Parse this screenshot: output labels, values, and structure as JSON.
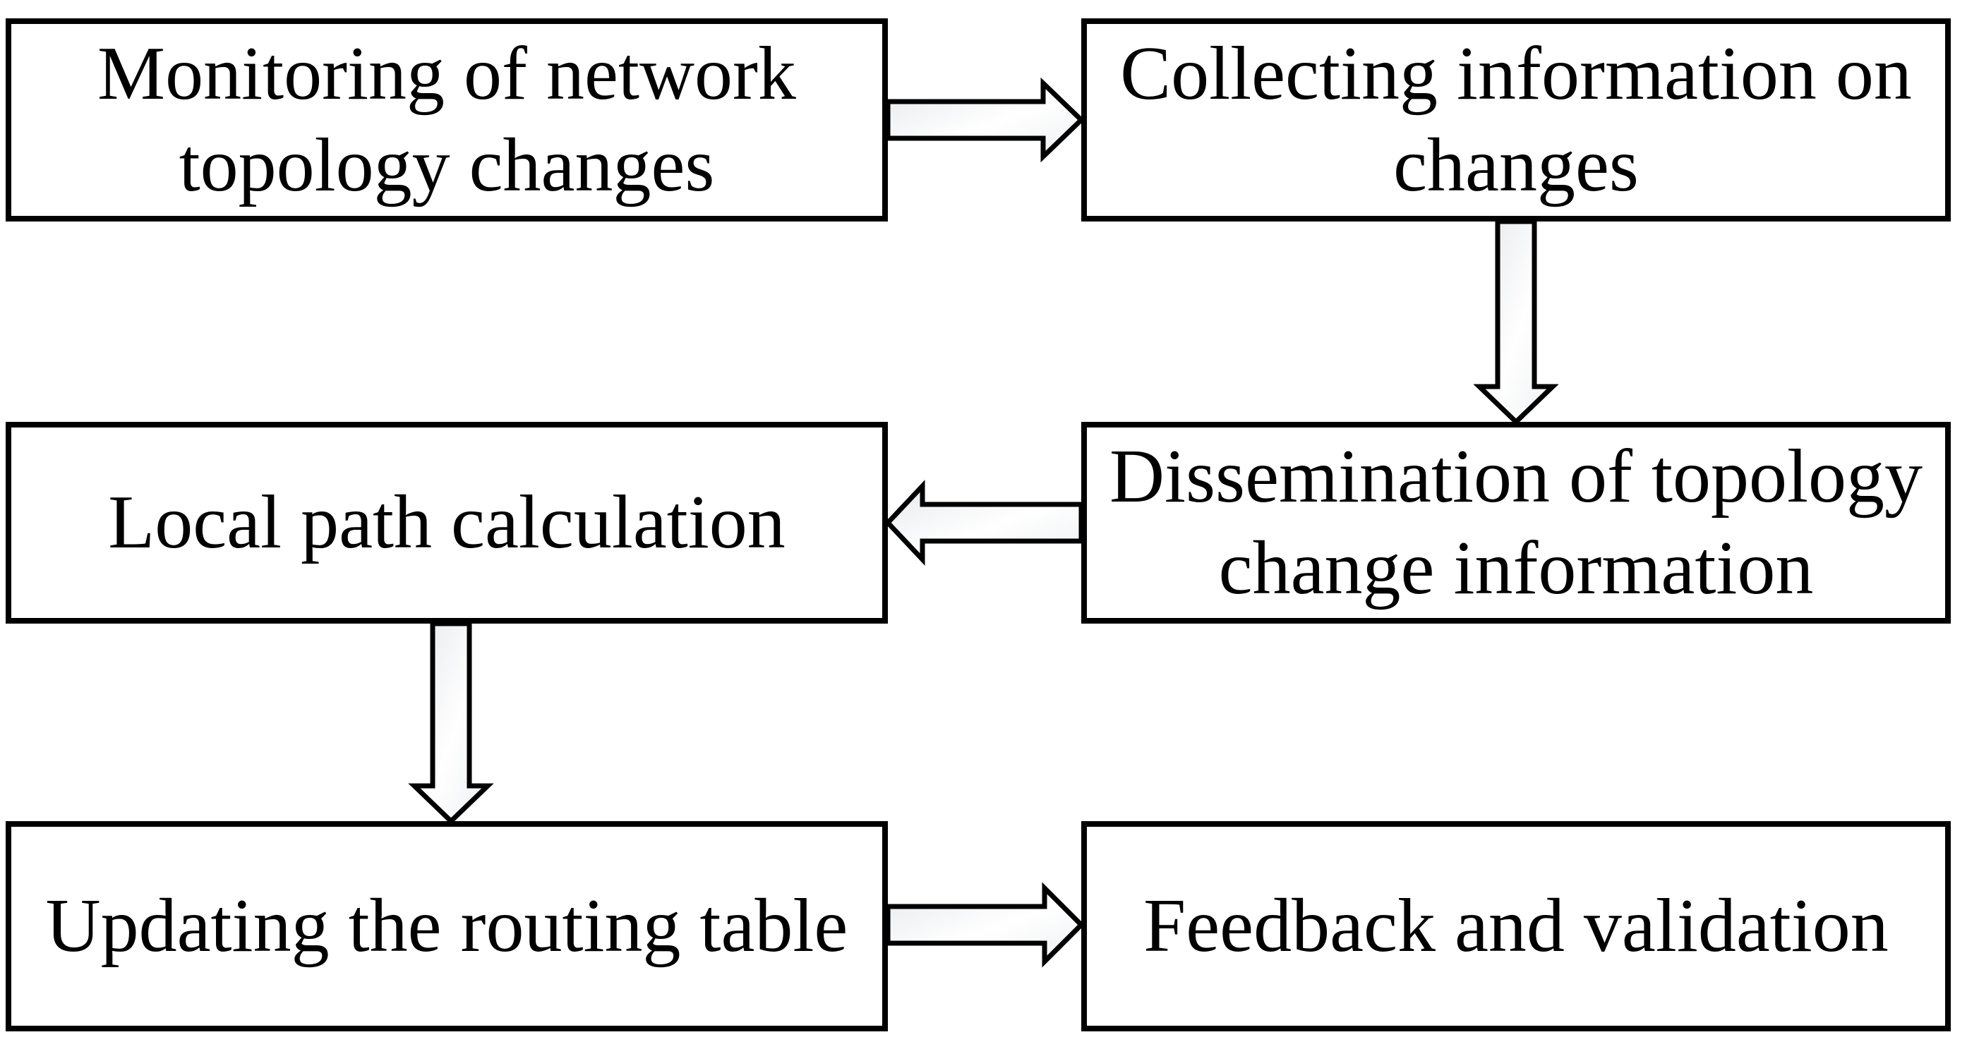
{
  "figure": {
    "background": "#ffffff",
    "box_border_color": "#000000",
    "text_color": "#000000",
    "arrow_outline_color": "#000000",
    "arrow_gradient": [
      "#e7e9ec",
      "#ffffff",
      "#eef0f2"
    ]
  },
  "nodes": {
    "monitoring": {
      "lines": [
        "Monitoring of network",
        "topology changes"
      ]
    },
    "collecting": {
      "lines": [
        "Collecting information on",
        "changes"
      ]
    },
    "dissemination": {
      "lines": [
        "Dissemination of topology",
        "change information"
      ]
    },
    "local_path": {
      "lines": [
        "Local path calculation"
      ]
    },
    "routing_update": {
      "lines": [
        "Updating the routing table"
      ]
    },
    "feedback": {
      "lines": [
        "Feedback and validation"
      ]
    }
  },
  "edges": [
    {
      "from": "monitoring",
      "to": "collecting",
      "direction": "right"
    },
    {
      "from": "collecting",
      "to": "dissemination",
      "direction": "down"
    },
    {
      "from": "dissemination",
      "to": "local_path",
      "direction": "left"
    },
    {
      "from": "local_path",
      "to": "routing_update",
      "direction": "down"
    },
    {
      "from": "routing_update",
      "to": "feedback",
      "direction": "right"
    }
  ]
}
